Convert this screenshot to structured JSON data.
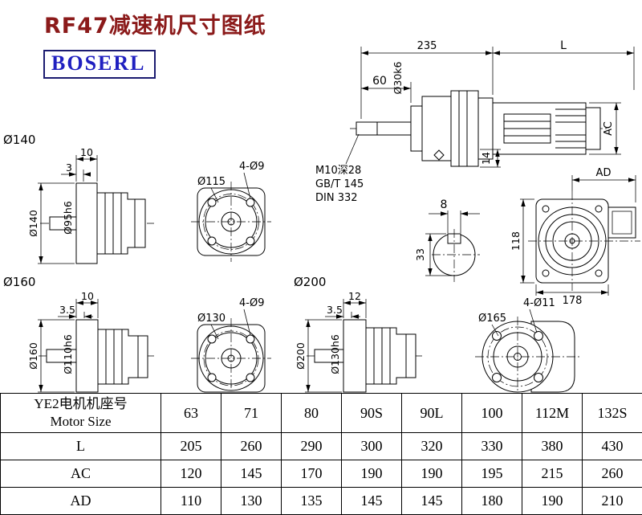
{
  "page": {
    "title": "RF47减速机尺寸图纸",
    "logo": "BOSERL",
    "colors": {
      "title": "#8b1a1a",
      "logo_text": "#2020c0",
      "logo_border": "#1b1b70",
      "line": "#000000",
      "background": "#ffffff"
    }
  },
  "assembly_view": {
    "dim_gear_unit": "235",
    "dim_motor": "L",
    "dim_shaft": "60",
    "shaft_dia": "Ø30k6",
    "dim_ac": "AC",
    "dim_ad": "AD",
    "dim_adapter": "14",
    "note1": "M10深28",
    "note2": "GB/T 145",
    "note3": "DIN 332",
    "key_width": "8",
    "key_depth": "33"
  },
  "rear_view": {
    "dim_height": "118",
    "dim_width": "178"
  },
  "flange_140": {
    "label": "Ø140",
    "dim_a": "10",
    "dim_b": "3",
    "flange_dia": "Ø140",
    "spigot_dia": "Ø95h6"
  },
  "flange_face_115": {
    "holes": "4-Ø9",
    "bolt_circle": "Ø115"
  },
  "flange_160": {
    "label": "Ø160",
    "dim_a": "10",
    "dim_b": "3.5",
    "flange_dia": "Ø160",
    "spigot_dia": "Ø110h6"
  },
  "flange_face_130": {
    "holes": "4-Ø9",
    "bolt_circle": "Ø130"
  },
  "flange_200": {
    "label": "Ø200",
    "dim_a": "12",
    "dim_b": "3.5",
    "flange_dia": "Ø200",
    "spigot_dia": "Ø130h6"
  },
  "flange_face_165": {
    "holes": "4-Ø11",
    "bolt_circle": "Ø165"
  },
  "table": {
    "header_line1": "YE2电机机座号",
    "header_line2": "Motor Size",
    "sizes": [
      "63",
      "71",
      "80",
      "90S",
      "90L",
      "100",
      "112M",
      "132S"
    ],
    "rows": [
      {
        "label": "L",
        "values": [
          "205",
          "260",
          "290",
          "300",
          "320",
          "330",
          "380",
          "430"
        ]
      },
      {
        "label": "AC",
        "values": [
          "120",
          "145",
          "170",
          "190",
          "190",
          "195",
          "215",
          "260"
        ]
      },
      {
        "label": "AD",
        "values": [
          "110",
          "130",
          "135",
          "145",
          "145",
          "180",
          "190",
          "210"
        ]
      }
    ]
  }
}
